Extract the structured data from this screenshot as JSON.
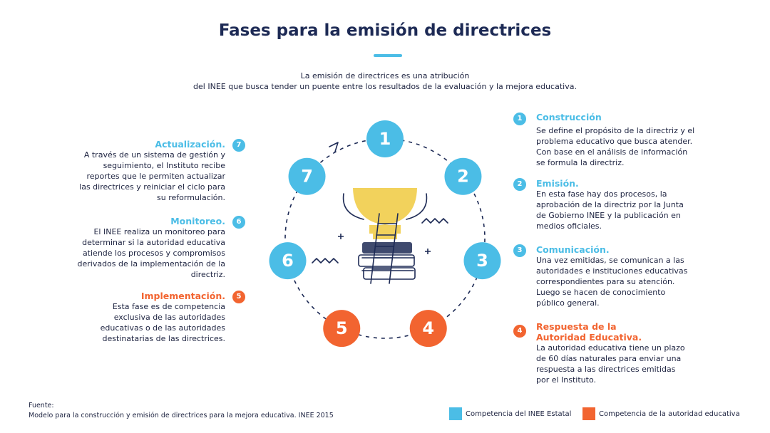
{
  "title": "Fases para la emisión de directrices",
  "intro": [
    "La emisión de directrices es una atribución",
    "del INEE que busca tender un puente entre los resultados de la evaluación y la mejora educativa."
  ],
  "colors": {
    "blue": "#4bbde6",
    "orange": "#f26430",
    "navy": "#1d2a55",
    "gold": "#f2d25c"
  },
  "center_icon": "trophy-on-books-ladder-icon",
  "cycle_nodes": [
    {
      "label": "1",
      "color": "#4bbde6"
    },
    {
      "label": "2",
      "color": "#4bbde6"
    },
    {
      "label": "3",
      "color": "#4bbde6"
    },
    {
      "label": "4",
      "color": "#f26430"
    },
    {
      "label": "5",
      "color": "#f26430"
    },
    {
      "label": "6",
      "color": "#4bbde6"
    },
    {
      "label": "7",
      "color": "#4bbde6"
    }
  ],
  "phases": {
    "p1": {
      "num": "1",
      "title": [
        "Construcción"
      ],
      "lines": [
        "Se define el propósito de la directriz y el",
        "problema educativo que busca atender.",
        "Con base en el análisis de información",
        "se formula la directriz."
      ]
    },
    "p2": {
      "num": "2",
      "title": [
        "Emisión."
      ],
      "lines": [
        "En esta fase hay dos procesos, la",
        "aprobación de la directriz por la Junta",
        "de Gobierno INEE y la publicación en",
        "medios oficiales."
      ]
    },
    "p3": {
      "num": "3",
      "title": [
        "Comunicación."
      ],
      "lines": [
        "Una vez emitidas, se comunican a las",
        "autoridades e instituciones educativas",
        "correspondientes para su atención.",
        "Luego se hacen de conocimiento",
        "público general."
      ]
    },
    "p4": {
      "num": "4",
      "title": [
        "Respuesta de la",
        "Autoridad Educativa."
      ],
      "lines": [
        "La autoridad educativa tiene un plazo",
        "de 60 días naturales para enviar una",
        "respuesta a las directrices emitidas",
        "por el Instituto."
      ]
    },
    "p5": {
      "num": "5",
      "title": [
        "Implementación."
      ],
      "lines": [
        "Esta fase es de competencia",
        "exclusiva de las autoridades",
        "educativas o de las autoridades",
        "destinatarias de las directrices."
      ]
    },
    "p6": {
      "num": "6",
      "title": [
        "Monitoreo."
      ],
      "lines": [
        "El INEE realiza un monitoreo para",
        "determinar si la autoridad educativa",
        "atiende los procesos y compromisos",
        "derivados de la implementación de la",
        "directriz."
      ]
    },
    "p7": {
      "num": "7",
      "title": [
        "Actualización."
      ],
      "lines": [
        "A través de un sistema de gestión y",
        "seguimiento, el Instituto recibe",
        "reportes que le permiten actualizar",
        "las directrices y reiniciar el ciclo para",
        "su reformulación."
      ]
    }
  },
  "source": {
    "label": "Fuente:",
    "text": "Modelo para la construcción y emisión de directrices para la mejora educativa. INEE 2015"
  },
  "legend": [
    {
      "label": "Competencia del INEE Estatal",
      "color": "#4bbde6"
    },
    {
      "label": "Competencia de la autoridad educativa",
      "color": "#f26430"
    }
  ]
}
